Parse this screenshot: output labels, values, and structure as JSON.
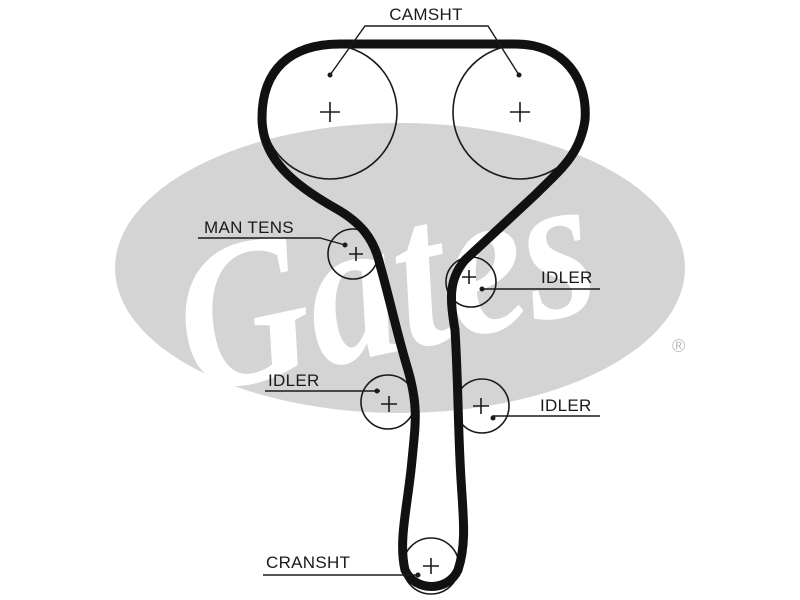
{
  "diagram": {
    "watermark": {
      "logo_text": "Gates",
      "trademark": "®",
      "color": "#d4d4d4"
    },
    "belt_color": "#111111",
    "labels": {
      "camshaft": "CAMSHT",
      "manual_tensioner": "MAN TENS",
      "idler_upper_right": "IDLER",
      "idler_left": "IDLER",
      "idler_lower_right": "IDLER",
      "crankshaft": "CRANSHT"
    }
  }
}
